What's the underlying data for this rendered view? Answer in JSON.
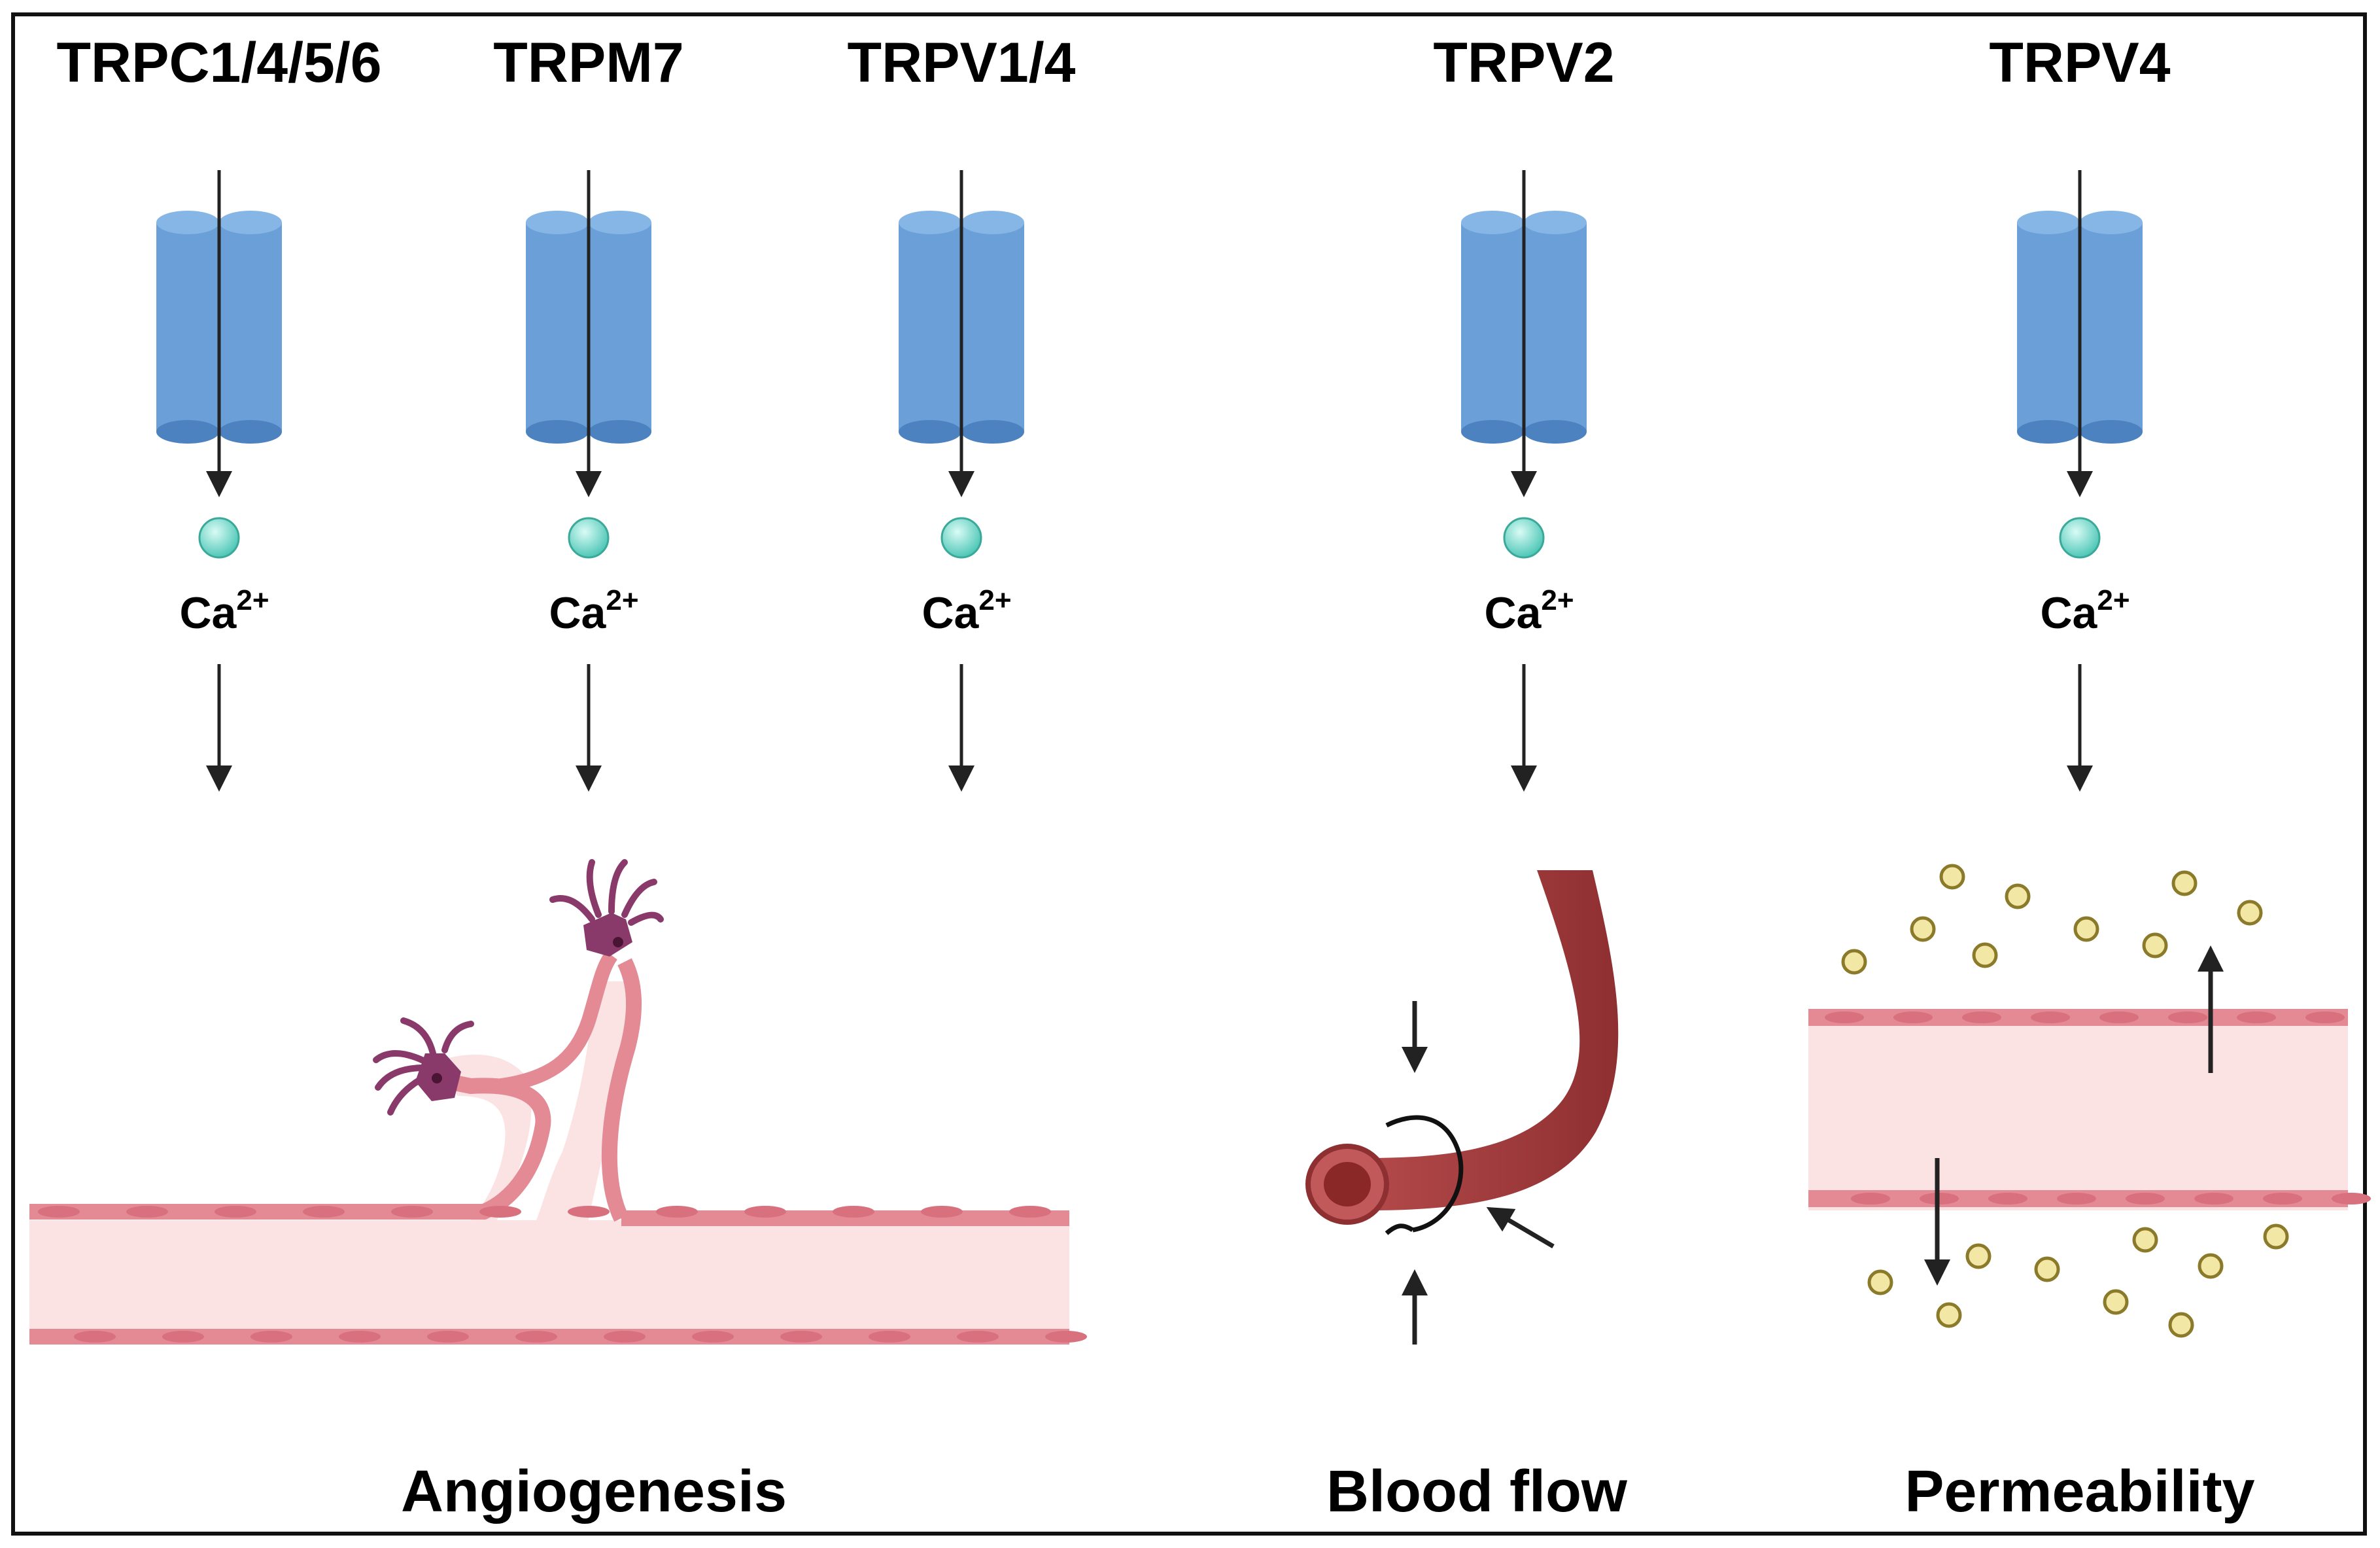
{
  "channels": [
    {
      "name": "TRPC1/4/5/6",
      "ion": "Ca",
      "charge": "2+"
    },
    {
      "name": "TRPM7",
      "ion": "Ca",
      "charge": "2+"
    },
    {
      "name": "TRPV1/4",
      "ion": "Ca",
      "charge": "2+"
    },
    {
      "name": "TRPV2",
      "ion": "Ca",
      "charge": "2+"
    },
    {
      "name": "TRPV4",
      "ion": "Ca",
      "charge": "2+"
    }
  ],
  "outcomes": {
    "angiogenesis": "Angiogenesis",
    "blood_flow": "Blood flow",
    "permeability": "Permeability"
  },
  "colors": {
    "channel": "#6a9fd8",
    "channel_dark": "#4d82c0",
    "ion": "#6fd6c8",
    "endothelium": "#f1a7ae",
    "vessel_lumen": "#fbe3e4",
    "tip_cell": "#8a3a6a",
    "artery": "#a8403f",
    "solute": "#f3e7a6"
  },
  "icons": [
    "ion-channel-icon",
    "calcium-ion-icon",
    "tip-cell-icon",
    "blood-vessel-icon",
    "solute-icon"
  ]
}
